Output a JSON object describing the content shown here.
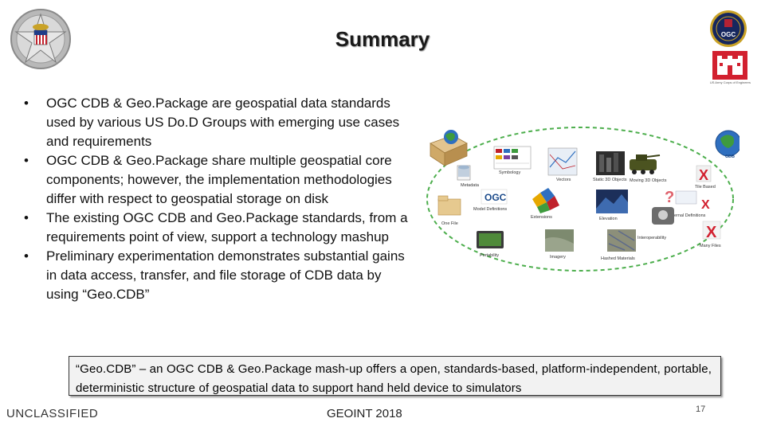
{
  "slide": {
    "title": "Summary",
    "bullets": [
      "OGC CDB & Geo.Package are geospatial data standards used by various US Do.D Groups with emerging use cases and requirements",
      "OGC CDB & Geo.Package share multiple geospatial core components; however, the implementation methodologies differ with respect to geospatial storage on disk",
      "The existing OGC CDB and Geo.Package standards, from a requirements point of view, support a technology mashup",
      "Preliminary experimentation demonstrates substantial gains in data access, transfer, and file storage of CDB data by using “Geo.CDB”"
    ],
    "callout": "“Geo.CDB” – an OGC CDB & Geo.Package mash-up offers a open, standards-based, platform-independent, portable, deterministic structure of geospatial data to support hand held device to simulators"
  },
  "logos": {
    "ogc_seal_text": "OGC",
    "usace_caption": "US Army Corps of Engineers"
  },
  "diagram": {
    "labels": {
      "metadata": "Metadata",
      "symbology": "Symbology",
      "vectors": "Vectors",
      "static_3d": "Static 3D Objects",
      "moving_3d": "Moving 3D Objects",
      "tile_based": "Tile Based",
      "model_definitions": "Model Definitions",
      "extensions": "Extensions",
      "elevation": "Elevation",
      "external_definitions": "External Definitions",
      "one_file": "One File",
      "portability": "Portability",
      "imagery": "Imagery",
      "interoperability": "Interoperability",
      "hashed_materials": "Hashed Materials",
      "many_files": "Many Files",
      "cdb": "CDB"
    },
    "marks": {
      "ogc": "OGC",
      "x": "X",
      "question": "?"
    }
  },
  "footer": {
    "classification": "UNCLASSIFIED",
    "event": "GEOINT 2018",
    "page_number": "17"
  }
}
